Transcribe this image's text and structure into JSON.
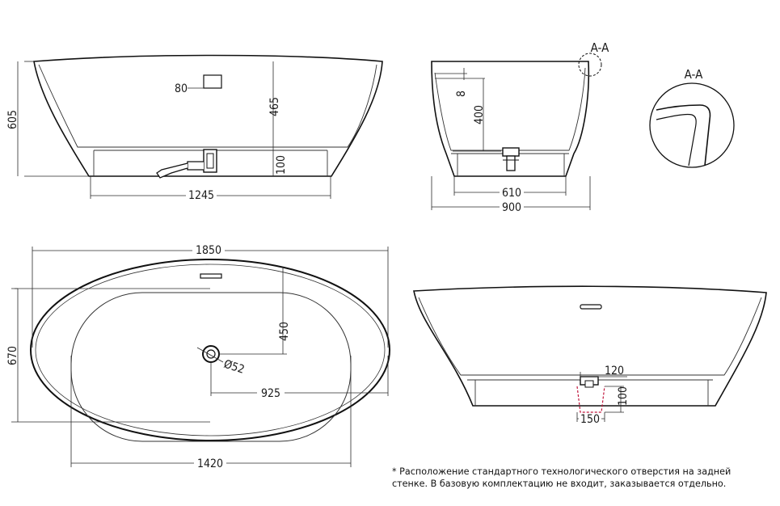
{
  "front_view": {
    "width_label": "1245",
    "height_label": "605",
    "depth_label": "465",
    "overflow_label": "80",
    "base_label": "100"
  },
  "side_view": {
    "section_marker": "A-A",
    "rim_label": "8",
    "inner_depth_label": "400",
    "base_width_label": "610",
    "width_label": "900"
  },
  "detail": {
    "title": "A-A"
  },
  "top_view": {
    "length_label": "1850",
    "width_label": "670",
    "drain_offset_label": "450",
    "drain_diameter_label": "Ø52",
    "drain_position_label": "925",
    "inner_length_label": "1420"
  },
  "back_view": {
    "hole_width_label": "120",
    "hole_height_label": "100",
    "hole_base_label": "150"
  },
  "note": {
    "line1": "* Расположение стандартного технологического отверстия на задней",
    "line2": "стенке. В базовую комплектацию не входит, заказывается отдельно."
  }
}
